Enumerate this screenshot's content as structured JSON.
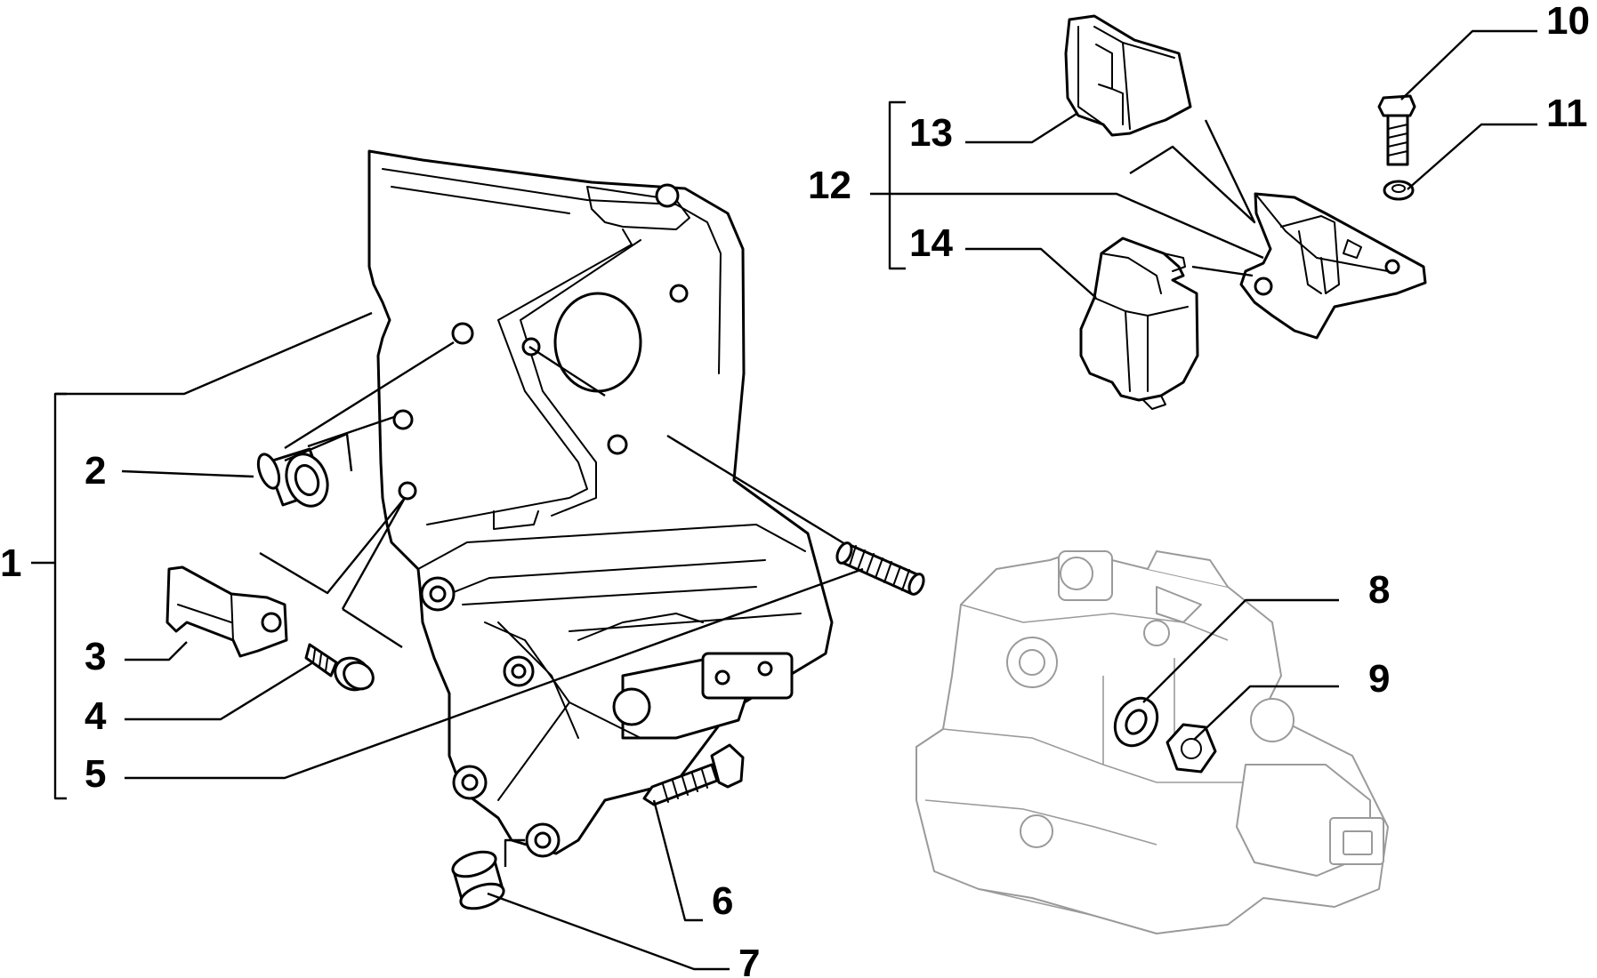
{
  "diagram": {
    "callouts": [
      {
        "id": "1",
        "label": "1"
      },
      {
        "id": "2",
        "label": "2"
      },
      {
        "id": "3",
        "label": "3"
      },
      {
        "id": "4",
        "label": "4"
      },
      {
        "id": "5",
        "label": "5"
      },
      {
        "id": "6",
        "label": "6"
      },
      {
        "id": "7",
        "label": "7"
      },
      {
        "id": "8",
        "label": "8"
      },
      {
        "id": "9",
        "label": "9"
      },
      {
        "id": "10",
        "label": "10"
      },
      {
        "id": "11",
        "label": "11"
      },
      {
        "id": "12",
        "label": "12"
      },
      {
        "id": "13",
        "label": "13"
      },
      {
        "id": "14",
        "label": "14"
      }
    ],
    "colors": {
      "line": "#000000",
      "ghost": "#9a9a9a",
      "background": "#ffffff"
    }
  }
}
